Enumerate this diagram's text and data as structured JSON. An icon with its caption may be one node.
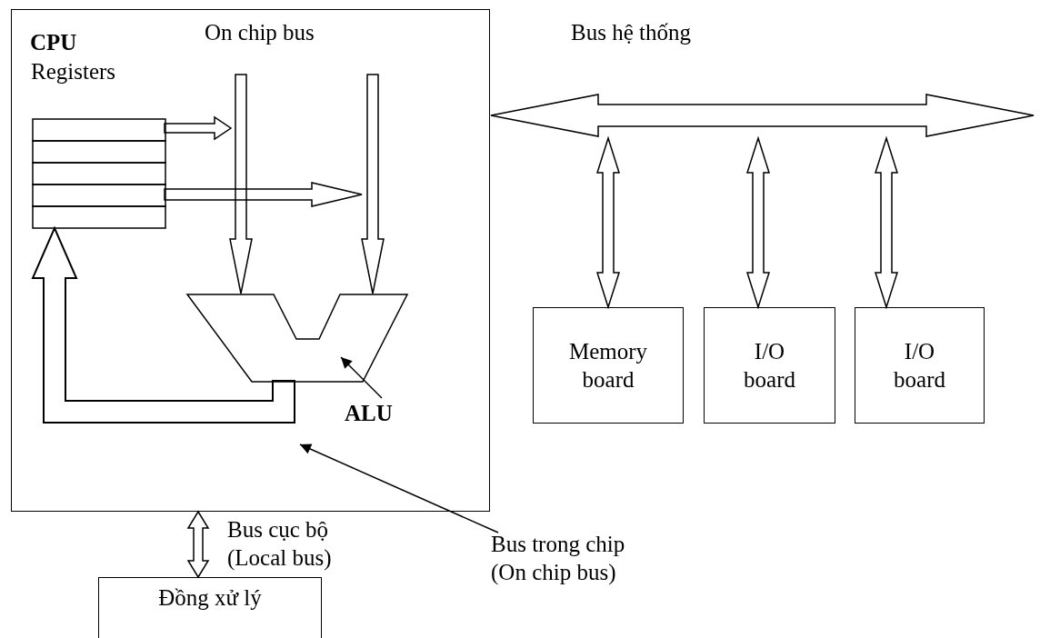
{
  "diagram": {
    "nodes": [
      {
        "text": [
          "CPU"
        ]
      },
      {
        "text": [
          "Registers"
        ],
        "in": 0
      },
      {
        "text": [],
        "shape": "trapezoid",
        "in": 0
      },
      {
        "text": [
          "ALU"
        ],
        "in": 0
      },
      {
        "text": [
          "Bus trong chip (On chip bus)"
        ]
      },
      {
        "text": [
          "Bus hệ thống"
        ]
      },
      {
        "text": [
          "Memory board"
        ]
      },
      {
        "text": [
          "I/O board"
        ]
      },
      {
        "text": [
          "I/O board"
        ]
      },
      {
        "text": [
          "Đồng xử lý"
        ]
      }
    ],
    "edges": [
      {
        "from": 1,
        "to": null,
        "arrow": "to"
      },
      {
        "from": 1,
        "to": null,
        "arrow": "to"
      },
      {
        "from": null,
        "to": 2,
        "arrow": "to"
      },
      {
        "from": null,
        "to": 2,
        "arrow": "to"
      },
      {
        "from": 2,
        "to": 1,
        "arrow": "to",
        "style": "thick"
      },
      {
        "from": 3,
        "to": 2,
        "arrow": "to"
      },
      {
        "from": 0,
        "to": 9,
        "arrow": "both",
        "label": "Bus cục bộ (Local bus)"
      },
      {
        "from": 4,
        "to": null,
        "arrow": "to"
      },
      {
        "from": 5,
        "to": 6,
        "arrow": "both"
      },
      {
        "from": 5,
        "to": 7,
        "arrow": "both"
      },
      {
        "from": 5,
        "to": 8,
        "arrow": "both"
      }
    ],
    "labels": [
      "On chip bus"
    ]
  }
}
